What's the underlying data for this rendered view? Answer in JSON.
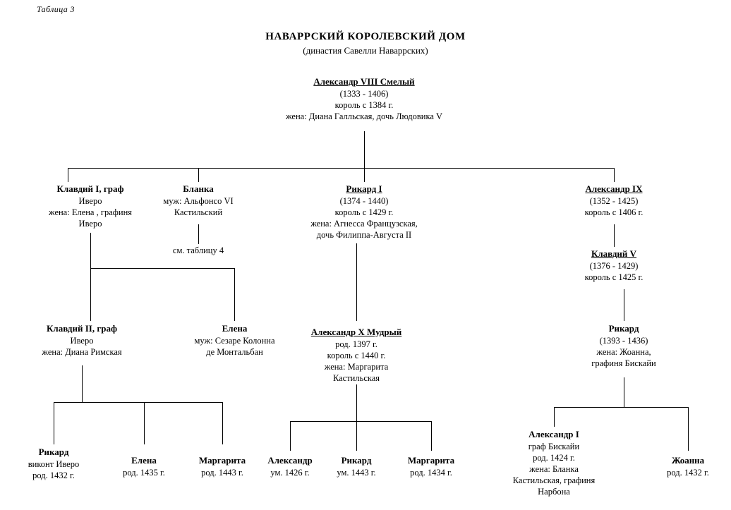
{
  "sheet": {
    "table_label": "Таблица 3",
    "title": "НАВАРРСКИЙ КОРОЛЕВСКИЙ ДОМ",
    "subtitle": "(династия Савелли Наваррских)"
  },
  "notes": {
    "see_table_4": "см. таблицу 4"
  },
  "chart_data": {
    "type": "diagram",
    "title": "НАВАРРСКИЙ КОРОЛЕВСКИЙ ДОМ",
    "subtitle": "(династия Савелли Наваррских)",
    "generations": 4
  },
  "people": {
    "root": {
      "name": "Александр VIII Смелый",
      "dates": "(1333 - 1406)",
      "reign": "король с 1384 г.",
      "spouse": "жена: Диана Галльская, дочь Людовика V"
    },
    "klavdiy1": {
      "name": "Клавдий I, граф",
      "title2": "Иверо",
      "spouse1": "жена: Елена , графиня",
      "spouse2": "Иверо"
    },
    "blanka": {
      "name": "Бланка",
      "spouse1": "муж: Альфонсо VI",
      "spouse2": "Кастильский"
    },
    "rikard1": {
      "name": "Рикард I",
      "dates": "(1374 - 1440)",
      "reign": "король с 1429 г.",
      "spouse1": "жена: Агнесса Французская,",
      "spouse2": "дочь Филиппа-Августа II"
    },
    "aleksandr9": {
      "name": "Александр IX",
      "dates": "(1352 - 1425)",
      "reign": "король с 1406 г."
    },
    "klavdiy5": {
      "name": "Клавдий V",
      "dates": "(1376 - 1429)",
      "reign": "король с 1425 г."
    },
    "klavdiy2": {
      "name": "Клавдий II, граф",
      "title2": "Иверо",
      "spouse": "жена: Диана Римская"
    },
    "elena_kolonna": {
      "name": "Елена",
      "spouse1": "муж: Сезаре Колонна",
      "spouse2": "де Монтальбан"
    },
    "aleksandr10": {
      "name": "Александр X Мудрый",
      "born": "род. 1397 г.",
      "reign": "король с 1440 г.",
      "spouse1": "жена: Маргарита",
      "spouse2": "Кастильская"
    },
    "rikard_bisk": {
      "name": "Рикард",
      "dates": "(1393 - 1436)",
      "spouse1": "жена: Жоанна,",
      "spouse2": "графиня Бискайи"
    },
    "rikard_vikont": {
      "name": "Рикард",
      "title2": "виконт Иверо",
      "born": "род. 1432 г."
    },
    "elena_1435": {
      "name": "Елена",
      "born": "род. 1435 г."
    },
    "margarita_1443": {
      "name": "Маргарита",
      "born": "род. 1443 г."
    },
    "aleksandr_1426": {
      "name": "Александр",
      "died": "ум. 1426 г."
    },
    "rikard_1443": {
      "name": "Рикард",
      "died": "ум. 1443 г."
    },
    "margarita_1434": {
      "name": "Маргарита",
      "born": "род. 1434 г."
    },
    "aleksandr1_bisk": {
      "name": "Александр I",
      "title2": "граф Бискайи",
      "born": "род. 1424 г.",
      "spouse1": "жена: Бланка",
      "spouse2": "Кастильская, графиня",
      "spouse3": "Нарбона"
    },
    "zhoanna_1432": {
      "name": "Жоанна",
      "born": "род. 1432 г."
    }
  }
}
